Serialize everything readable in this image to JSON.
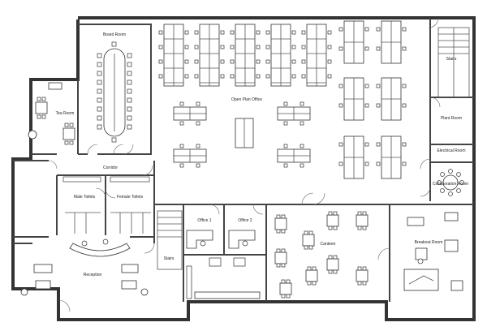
{
  "rooms": {
    "board_room": "Board Room",
    "tea_room": "Tea Room",
    "open_plan_office": "Open Plan Office",
    "stairs_top": "Stairs",
    "plant_room": "Plant Room",
    "electrical_room": "Electrical Room",
    "collaboration_room": "Collaboration Room",
    "corridor": "Corridor",
    "male_toilets": "Male Toilets",
    "female_toilets": "Female Toilets",
    "office_1": "Office 1",
    "office_2": "Office 2",
    "canteen": "Canteen",
    "breakout_room": "Breakout Room",
    "stairs_bottom": "Stairs",
    "reception": "Reception"
  }
}
